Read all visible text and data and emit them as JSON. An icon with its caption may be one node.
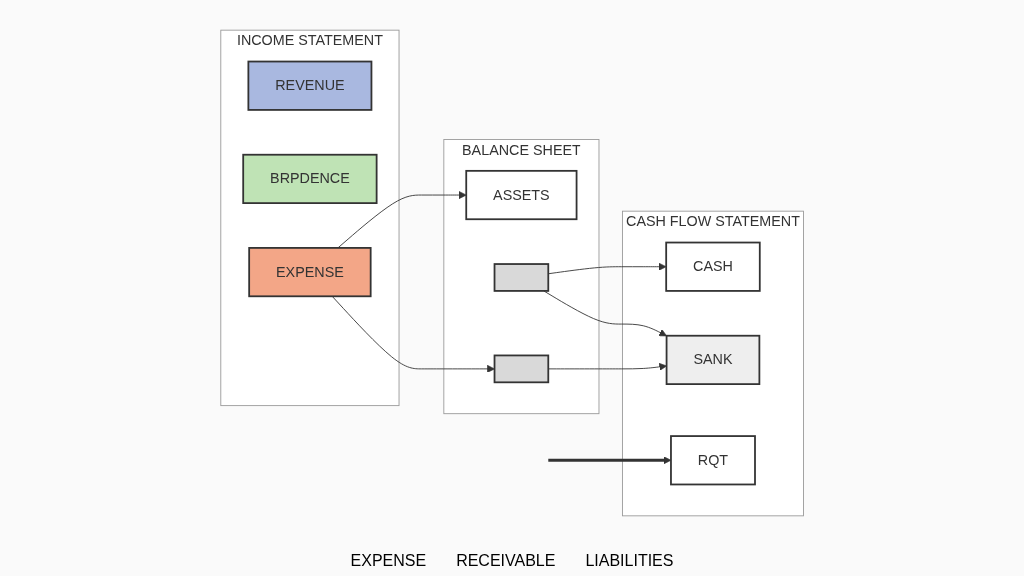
{
  "diagram": {
    "nodes": [
      {
        "text": [
          "INCOME STATEMENT"
        ]
      },
      {
        "text": [
          "REVENUE"
        ],
        "in": 0
      },
      {
        "text": [
          "BRPDENCE"
        ],
        "in": 0
      },
      {
        "text": [
          "EXPENSE"
        ],
        "in": 0
      },
      {
        "text": [
          "BALANCE SHEET"
        ]
      },
      {
        "text": [
          "ASSETS"
        ],
        "in": 4
      },
      {
        "text": [],
        "shape": "box",
        "in": 4
      },
      {
        "text": [],
        "shape": "box",
        "in": 4
      },
      {
        "text": [
          "CASH FLOW STATEMENT"
        ]
      },
      {
        "text": [
          "CASH"
        ],
        "in": 8
      },
      {
        "text": [
          "SANK"
        ],
        "in": 8
      },
      {
        "text": [
          "RQT"
        ],
        "in": 8
      }
    ],
    "edges": [
      {
        "from": 3,
        "to": 5,
        "arrow": "to"
      },
      {
        "from": 3,
        "to": 7,
        "arrow": "to"
      },
      {
        "from": 6,
        "to": 9,
        "arrow": "to"
      },
      {
        "from": 6,
        "to": 10,
        "arrow": "to"
      },
      {
        "from": 7,
        "to": 10,
        "arrow": "to"
      },
      {
        "from": null,
        "to": 11,
        "arrow": "to",
        "style": "thick"
      }
    ],
    "labels": [
      "EXPENSE",
      "RECEIVABLE",
      "LIABILITIES"
    ]
  }
}
